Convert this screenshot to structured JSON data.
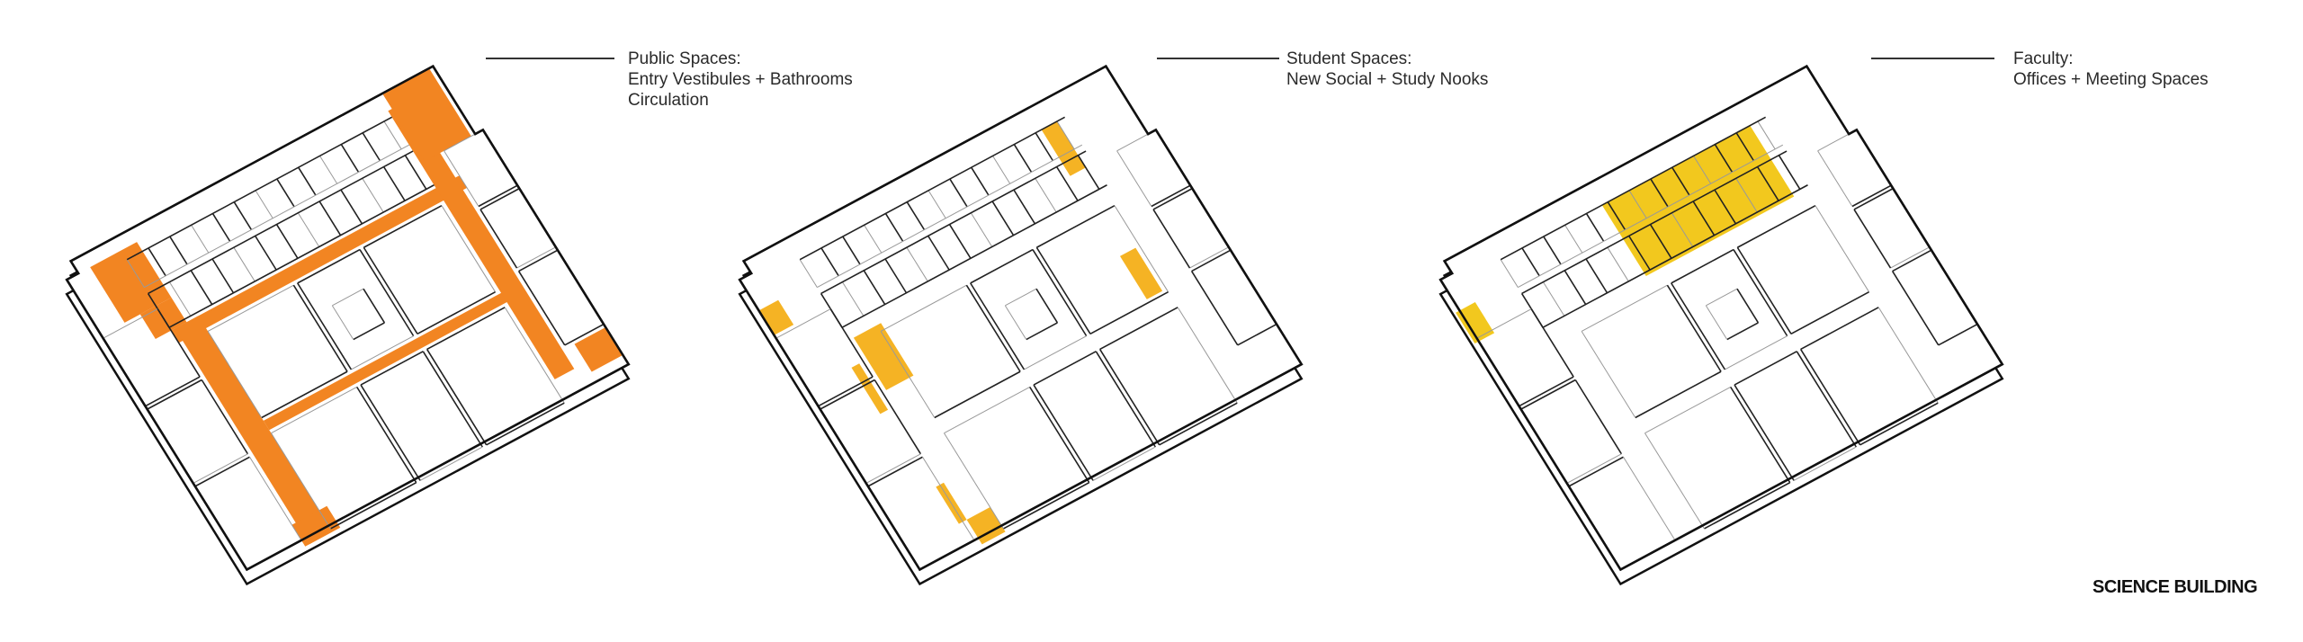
{
  "title": "SCIENCE BUILDING",
  "panels": [
    {
      "heading": "Public Spaces:",
      "lines": [
        "Entry Vestibules + Bathrooms",
        "Circulation"
      ],
      "highlight_color": "#F28522"
    },
    {
      "heading": "Student Spaces:",
      "lines": [
        "New Social + Study Nooks"
      ],
      "highlight_color": "#F5B324"
    },
    {
      "heading": "Faculty:",
      "lines": [
        "Offices + Meeting Spaces"
      ],
      "highlight_color": "#F2C81E"
    }
  ]
}
